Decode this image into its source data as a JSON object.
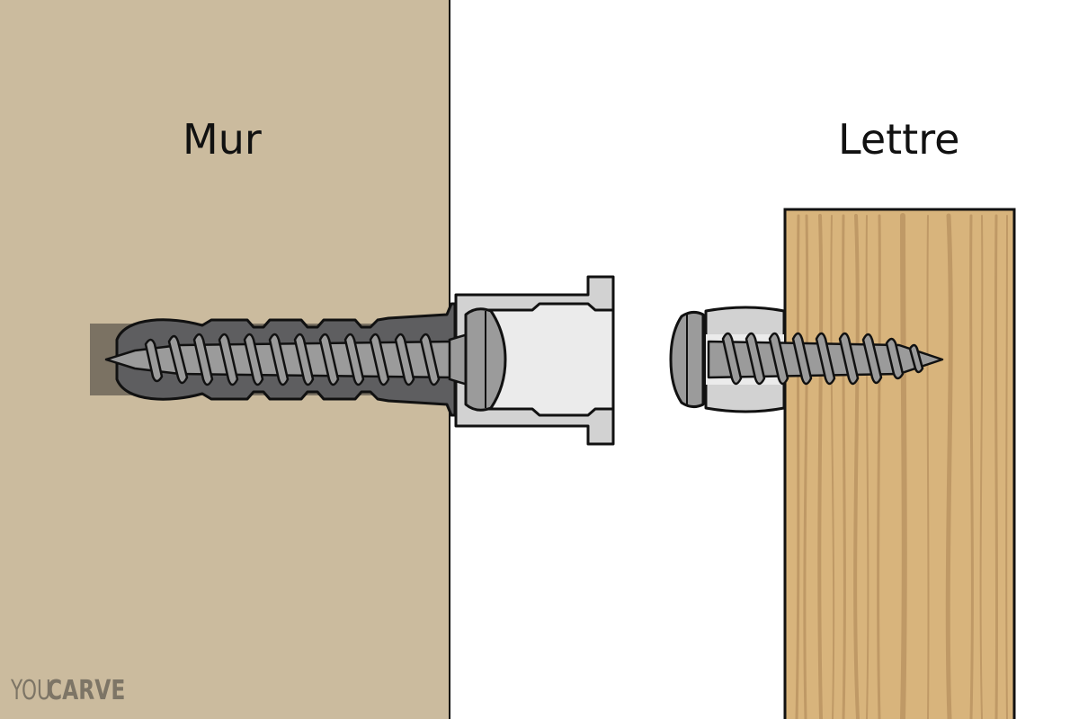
{
  "labels": {
    "wall": "Mur",
    "letter": "Lettre"
  },
  "brand": {
    "light": "YOU",
    "bold": "CARVE"
  },
  "colors": {
    "wall": "#cbbb9e",
    "wall_hole": "#7b7263",
    "background": "#ffffff",
    "dowel": "#5e5e60",
    "screw": "#9b9b9b",
    "sleeve_outer": "#d2d2d2",
    "sleeve_inner": "#ebebeb",
    "wood": "#d8b47c",
    "wood_grain": "#bf9966",
    "outline": "#111111",
    "brand_text": "#7d7566"
  },
  "parts": [
    {
      "id": "wall",
      "description": "Wall with plastic wall plug and screw"
    },
    {
      "id": "sleeve",
      "description": "Grey connector sleeve holding screw head"
    },
    {
      "id": "letter",
      "description": "Wooden letter with screw inserted through a plug"
    }
  ]
}
